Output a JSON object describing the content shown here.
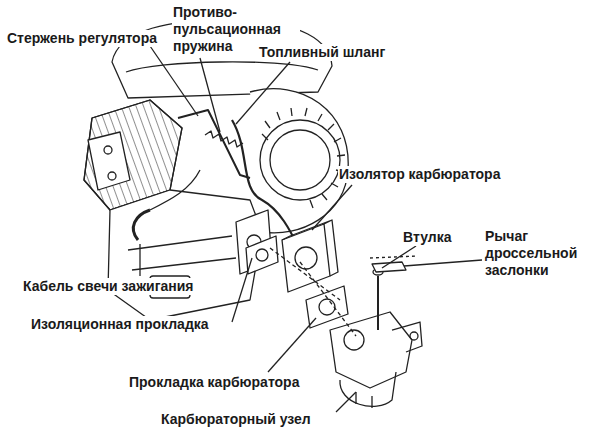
{
  "diagram": {
    "labels": [
      "Стержень регулятора",
      "Противо- пульсационная пружина",
      "Топливный шланг",
      "Изолятор карбюратора",
      "Втулка",
      "Рычаг дроссельной заслонки",
      "Кабель свечи зажигания",
      "Изоляционная прокладка",
      "Прокладка карбюратора",
      "Карбюраторный узел"
    ]
  }
}
